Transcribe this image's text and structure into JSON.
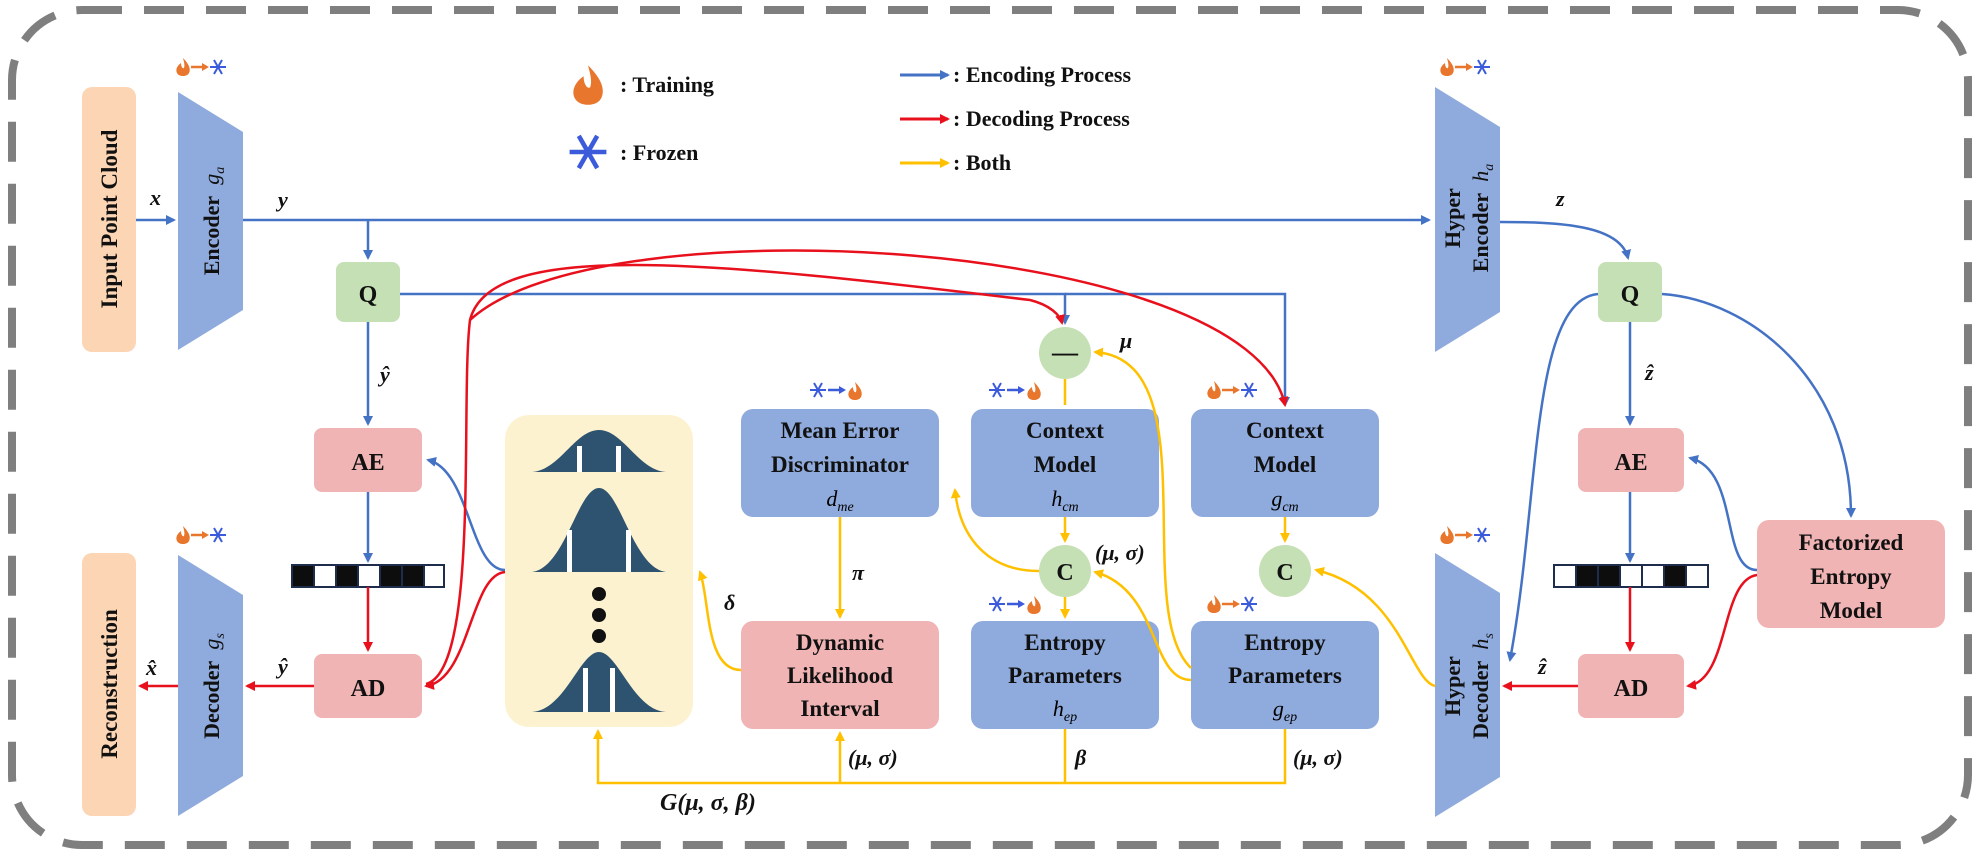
{
  "legend": {
    "training": ": Training",
    "frozen": ": Frozen",
    "encoding": ": Encoding Process",
    "decoding": ": Decoding Process",
    "both": ": Both"
  },
  "colors": {
    "encoding": "#4472c4",
    "decoding": "#e8101c",
    "both": "#ffc000",
    "fire": "#e8762c",
    "snowflake": "#3b5bdb",
    "block_blue": "#8faadc",
    "block_pink": "#f0b4b4",
    "input_orange": "#fcd5b4",
    "node_green": "#c5e0b4",
    "gauss_panel": "#fdf2d0",
    "gauss_dark": "#2e5370"
  },
  "input_block": "Input Point Cloud",
  "reconstruction_block": "Reconstruction",
  "encoder": {
    "name": "Encoder",
    "sym": "g",
    "sub": "a"
  },
  "decoder": {
    "name": "Decoder",
    "sym": "g",
    "sub": "s"
  },
  "hyper_encoder": {
    "line1": "Hyper",
    "line2": "Encoder",
    "sym": "h",
    "sub": "a"
  },
  "hyper_decoder": {
    "line1": "Hyper",
    "line2": "Decoder",
    "sym": "h",
    "sub": "s"
  },
  "q_left": "Q",
  "q_right": "Q",
  "ae_left": "AE",
  "ad_left": "AD",
  "ae_right": "AE",
  "ad_right": "AD",
  "mean_error": {
    "line1": "Mean Error",
    "line2": "Discriminator",
    "sym": "d",
    "sub": "me"
  },
  "context_model_hcm": {
    "line1": "Context",
    "line2": "Model",
    "sym": "h",
    "sub": "cm"
  },
  "context_model_gcm": {
    "line1": "Context",
    "line2": "Model",
    "sym": "g",
    "sub": "cm"
  },
  "dli": {
    "line1": "Dynamic",
    "line2": "Likelihood",
    "line3": "Interval"
  },
  "entropy_params_hep": {
    "line1": "Entropy",
    "line2": "Parameters",
    "sym": "h",
    "sub": "ep"
  },
  "entropy_params_gep": {
    "line1": "Entropy",
    "line2": "Parameters",
    "sym": "g",
    "sub": "ep"
  },
  "factorized": {
    "line1": "Factorized",
    "line2": "Entropy",
    "line3": "Model"
  },
  "minus_node": "—",
  "c_node": "C",
  "labels": {
    "x": "x",
    "y": "y",
    "y_hat_top": "ŷ",
    "y_hat_bottom": "ŷ",
    "x_hat": "x̂",
    "z": "z",
    "z_hat_top": "ẑ",
    "z_hat_bottom": "ẑ",
    "mu": "μ",
    "mu_sigma_c": "(μ, σ)",
    "pi": "π",
    "delta": "δ",
    "beta": "β",
    "mu_sigma_dli": "(μ, σ)",
    "mu_sigma_gep": "(μ, σ)",
    "G_label": "G(μ, σ, β)"
  }
}
